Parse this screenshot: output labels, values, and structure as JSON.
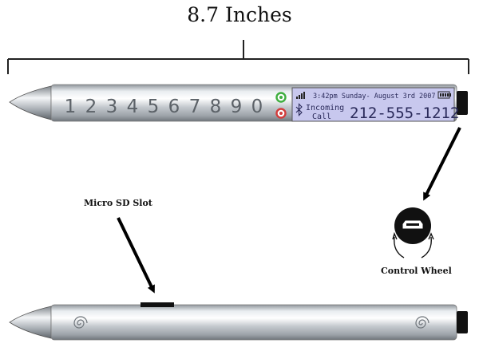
{
  "dimension": {
    "label": "8.7 Inches"
  },
  "keypad": {
    "digits": [
      "1",
      "2",
      "3",
      "4",
      "5",
      "6",
      "7",
      "8",
      "9",
      "0"
    ]
  },
  "display": {
    "status_line": "3:42pm Sunday- August 3rd 2007",
    "incoming_line1": "Incoming",
    "incoming_line2": "Call",
    "phone_number": "212-555-1212"
  },
  "labels": {
    "micro_sd": "Micro SD Slot",
    "control_wheel": "Control Wheel"
  },
  "icons": [
    "signal-bars-icon",
    "battery-icon",
    "bluetooth-icon",
    "call-green-button-icon",
    "end-red-button-icon",
    "spiral-icon",
    "control-wheel-icon"
  ],
  "colors": {
    "lcd": "#c8c8ee",
    "call_button": "#3fae3f",
    "end_button": "#d23c3c",
    "cap": "#111111"
  }
}
